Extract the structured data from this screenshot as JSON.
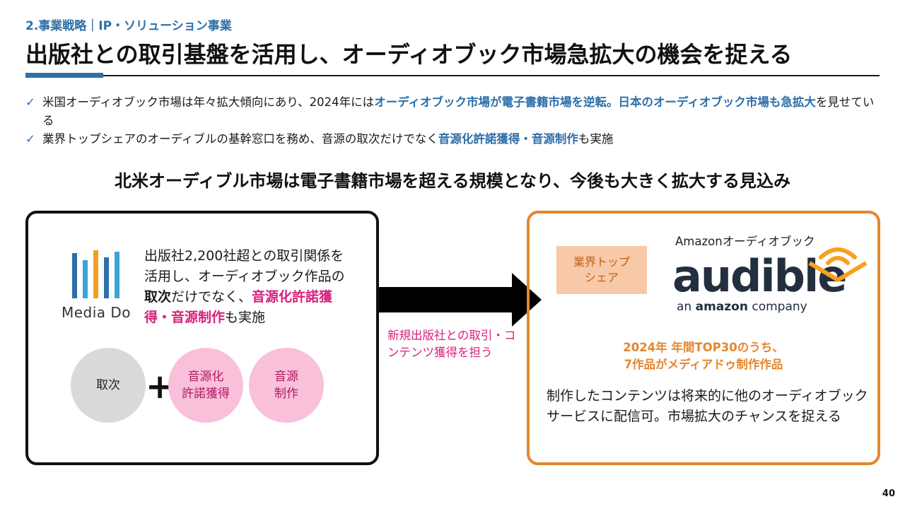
{
  "header": {
    "section": "2.事業戦略｜IP・ソリューション事業",
    "title": "出版社との取引基盤を活用し、オーディオブック市場急拡大の機会を捉える"
  },
  "bullets": [
    {
      "a": "米国オーディオブック市場は年々拡大傾向にあり、2024年には",
      "b": "オーディオブック市場が電子書籍市場を逆転。日本のオーディオブック市場も急拡大",
      "c": "を見せている"
    },
    {
      "a": "業界トップシェアのオーディブルの基幹窓口を務め、音源の取次だけでなく",
      "b": "音源化許諾獲得・音源制作",
      "c": "も実施"
    }
  ],
  "subheading": "北米オーディブル市場は電子書籍市場を超える規模となり、今後も大きく拡大する見込み",
  "left_panel": {
    "logo_text": "Media Do",
    "text_1": "出版社2,200社超との取引関係を活用し、オーディオブック作品の",
    "text_bold": "取次",
    "text_2": "だけでなく、",
    "text_pink": "音源化許諾獲得・音源制作",
    "text_3": "も実施",
    "circle_1": "取次",
    "plus": "+",
    "circle_2": "音源化\n許諾獲得",
    "circle_3": "音源\n制作"
  },
  "arrow_caption": "新規出版社との取引・コンテンツ獲得を担う",
  "right_panel": {
    "badge": "業界トップ\nシェア",
    "amazon_label": "Amazonオーディオブック",
    "audible_word": "audible",
    "company_prefix": "an ",
    "company_brand": "amazon",
    "company_suffix": " company",
    "highlight_1": "2024年 年間TOP30のうち、",
    "highlight_2": "7作品がメディアドゥ制作作品",
    "description": "制作したコンテンツは将来的に他のオーディオブックサービスに配信可。市場拡大のチャンスを捉える"
  },
  "page_number": "40",
  "colors": {
    "accent_blue": "#2e6fa8",
    "pink": "#d6217a",
    "orange": "#e3872e"
  }
}
